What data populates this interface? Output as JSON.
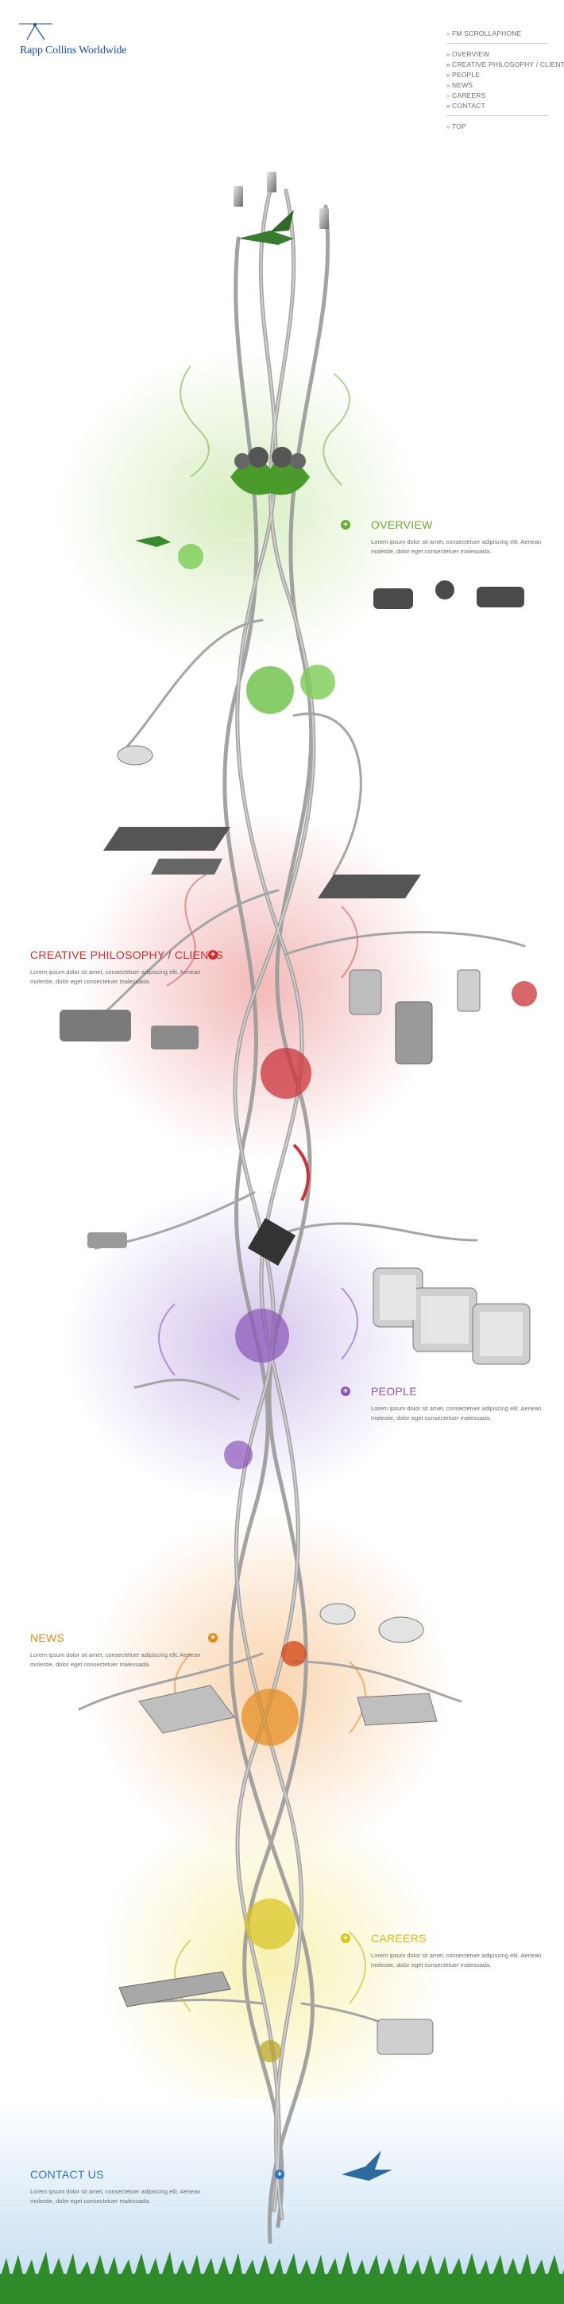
{
  "brand": {
    "name": "Rapp Collins Worldwide"
  },
  "nav": {
    "primary": "FM SCROLLAPHONE",
    "items": [
      {
        "label": "OVERVIEW",
        "color": "#66aa2e"
      },
      {
        "label": "CREATIVE PHILOSOPHY / CLIENTS",
        "color": "#d7262c"
      },
      {
        "label": "PEOPLE",
        "color": "#8a56b8"
      },
      {
        "label": "NEWS",
        "color": "#e48a1a"
      },
      {
        "label": "CAREERS",
        "color": "#d9c21b"
      },
      {
        "label": "CONTACT",
        "color": "#2e6fbf"
      }
    ],
    "top": "TOP"
  },
  "sections": {
    "overview": {
      "title": "OVERVIEW",
      "color": "#66aa2e",
      "text": "Lorem ipsum dolor sit amet, consectetuer adipiscing elit. Aenean molestie, dolor eget consectetuer malesuada."
    },
    "creative": {
      "title": "CREATIVE PHILOSOPHY / CLIENTS",
      "color": "#d7262c",
      "text": "Lorem ipsum dolor sit amet, consectetuer adipiscing elit. Aenean molestie, dolor eget consectetuer malesuada."
    },
    "people": {
      "title": "PEOPLE",
      "color": "#8a56b8",
      "text": "Lorem ipsum dolor sit amet, consectetuer adipiscing elit. Aenean molestie, dolor eget consectetuer malesuada."
    },
    "news": {
      "title": "NEWS",
      "color": "#e48a1a",
      "text": "Lorem ipsum dolor sit amet, consectetuer adipiscing elit. Aenean molestie, dolor eget consectetuer malesuada."
    },
    "careers": {
      "title": "CAREERS",
      "color": "#d9b81b",
      "text": "Lorem ipsum dolor sit amet, consectetuer adipiscing elit. Aenean molestie, dolor eget consectetuer malesuada."
    },
    "contact": {
      "title": "CONTACT US",
      "color": "#2e6fbf",
      "text": "Lorem ipsum dolor sit amet, consectetuer adipiscing elit. Aenean molestie, dolor eget consectetuer malesuada."
    }
  },
  "icons": [
    "plus-circle-icon",
    "hummingbird-icon",
    "webcam-icon",
    "camcorder-icon",
    "mouse-icon",
    "printer-icon",
    "laptop-icon",
    "keyboard-icon",
    "projector-icon",
    "tablet-icon",
    "chip-icon"
  ]
}
